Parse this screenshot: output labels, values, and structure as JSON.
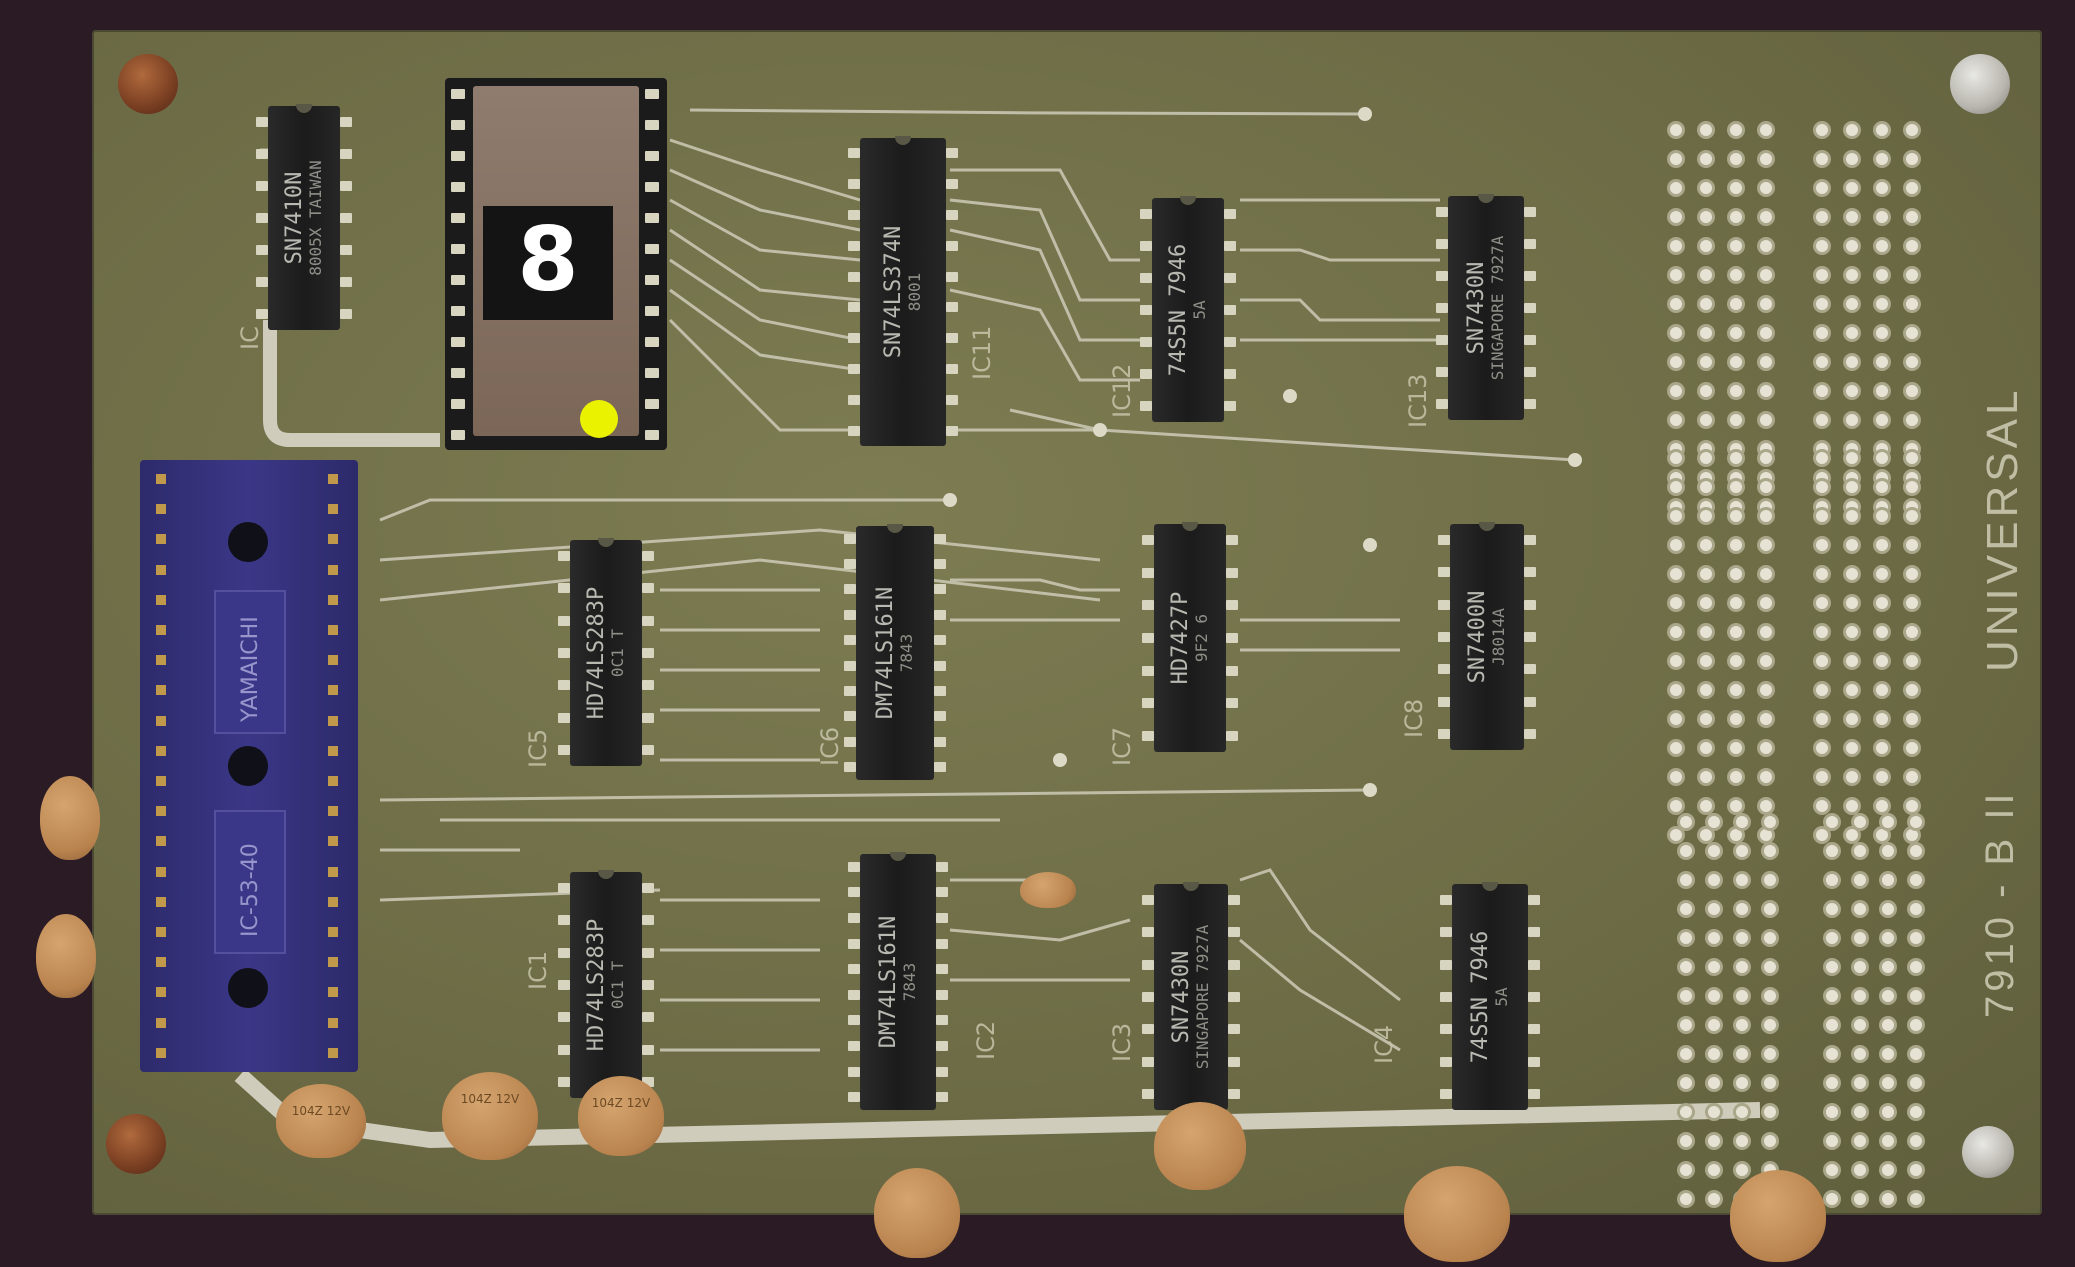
{
  "photo": {
    "board_text": {
      "vertical_main": "UNIVERSAL",
      "vertical_model": "7910 - B II"
    },
    "eprom": {
      "sticker_label": "8"
    },
    "ics": [
      {
        "id": "IC1",
        "part": "HD74LS283P",
        "mark": "0C1 T"
      },
      {
        "id": "IC2",
        "part": "DM74LS161N",
        "mark": "7843"
      },
      {
        "id": "IC3",
        "part": "SN7430N",
        "mark": "SINGAPORE 7927A"
      },
      {
        "id": "IC4",
        "part": "74S5N 7946",
        "mark": "5A"
      },
      {
        "id": "IC5",
        "part": "HD74LS283P",
        "mark": "0C1 T"
      },
      {
        "id": "IC6",
        "part": "DM74LS161N",
        "mark": "7843"
      },
      {
        "id": "IC7",
        "part": "HD7427P",
        "mark": "9F2 6"
      },
      {
        "id": "IC8",
        "part": "SN7400N",
        "mark": "J8014A"
      },
      {
        "id": "IC11",
        "part": "SN74LS374N",
        "mark": "8001"
      },
      {
        "id": "IC12",
        "part": "74S5N 7946",
        "mark": "5A"
      },
      {
        "id": "IC13",
        "part": "SN7430N",
        "mark": "SINGAPORE 7927A"
      },
      {
        "id": "IC",
        "part": "SN7410N",
        "mark": "8005X TAIWAN"
      }
    ],
    "capacitors": [
      {
        "label": "104Z 12V"
      },
      {
        "label": "104Z 12V"
      },
      {
        "label": "104Z 12V"
      }
    ],
    "socket": {
      "label_top": "YAMAICHI",
      "label_bottom": "IC-53-40"
    }
  }
}
